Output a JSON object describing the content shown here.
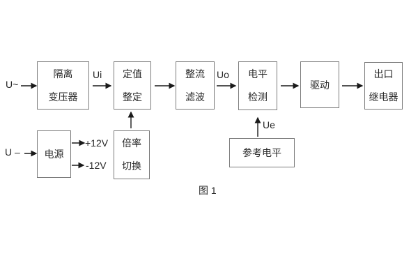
{
  "figure": {
    "caption": "图 1",
    "colors": {
      "background": "#ffffff",
      "box_border": "#7a7a7a",
      "arrow_line": "#1a1a1a",
      "text": "#262626"
    },
    "inputs": {
      "ac_label": "U~",
      "dc_label": "U –"
    },
    "signal_labels": {
      "ui": "Ui",
      "uo": "Uo",
      "ue": "Ue",
      "plus_12v": "+12V",
      "minus_12v": "-12V"
    },
    "blocks": {
      "isolation_transformer": "隔离\n变压器",
      "value_setting": "定值\n整定",
      "rectifier_filter": "整流\n滤波",
      "level_detection": "电平\n检测",
      "driver": "驱动",
      "output_relay": "出口\n继电器",
      "power_supply": "电源",
      "ratio_switch": "倍率\n切换",
      "reference_level": "参考电平"
    }
  }
}
